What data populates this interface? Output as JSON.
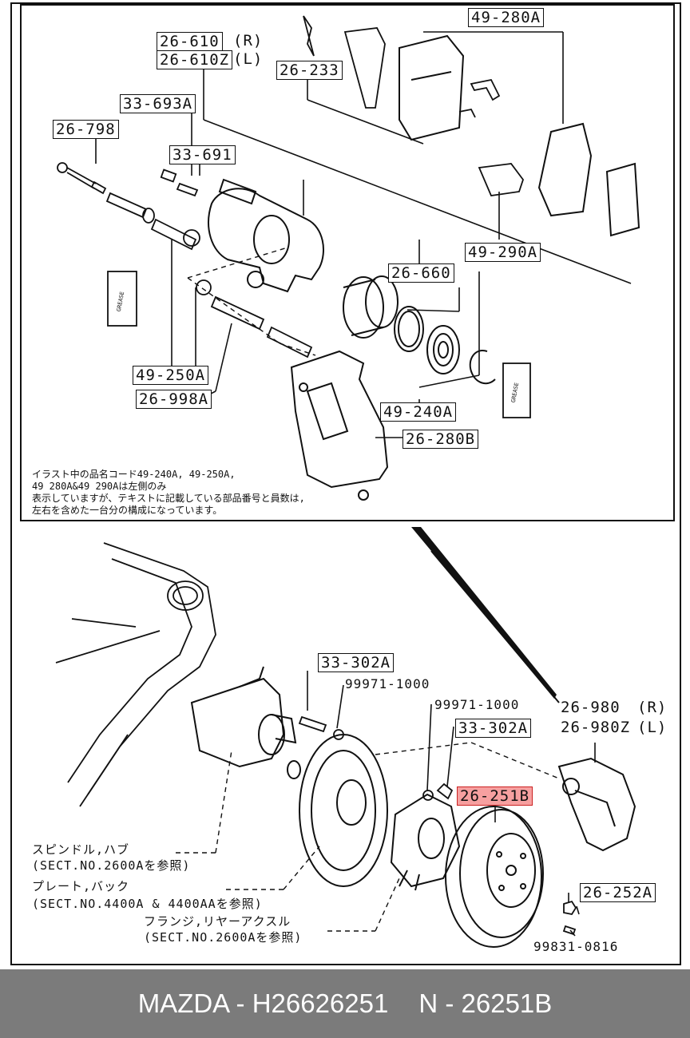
{
  "labels": {
    "l_26_610": "26-610",
    "l_26_610_r": "(R)",
    "l_26_610z": "26-610Z",
    "l_26_610z_l": "(L)",
    "l_33_693a": "33-693A",
    "l_26_798": "26-798",
    "l_33_691": "33-691",
    "l_26_233": "26-233",
    "l_49_280a": "49-280A",
    "l_26_660": "26-660",
    "l_49_290a": "49-290A",
    "l_49_250a": "49-250A",
    "l_26_998a": "26-998A",
    "l_49_240a": "49-240A",
    "l_26_280b": "26-280B",
    "l_33_302a_1": "33-302A",
    "l_99971_1": "99971-1000",
    "l_99971_2": "99971-1000",
    "l_33_302a_2": "33-302A",
    "l_26_980": "26-980",
    "l_26_980_r": "(R)",
    "l_26_980z": "26-980Z",
    "l_26_980z_l": "(L)",
    "l_26_251b": "26-251B",
    "l_26_252a": "26-252A",
    "l_99831": "99831-0816"
  },
  "note": {
    "line1": "イラスト中の品名コード49-240A, 49-250A,",
    "line2": "49 280A&49 290Aは左側のみ",
    "line3": "表示していますが、テキストに記載している部品番号と員数は,",
    "line4": "左右を含めた一台分の構成になっています。"
  },
  "refs": {
    "r1a": "スピンドル,ハブ",
    "r1b": "(SECT.NO.2600Aを参照)",
    "r2a": "プレート,バック",
    "r2b": "(SECT.NO.4400A & 4400AAを参照)",
    "r3a": "フランジ,リヤーアクスル",
    "r3b": "(SECT.NO.2600Aを参照)"
  },
  "grease": "GREASE",
  "footer": {
    "brand_part": "MAZDA - H26626251",
    "ref_code": "N - 26251B"
  },
  "colors": {
    "highlight": "#f6a0a0",
    "footer_bg": "#7b7b7b"
  }
}
